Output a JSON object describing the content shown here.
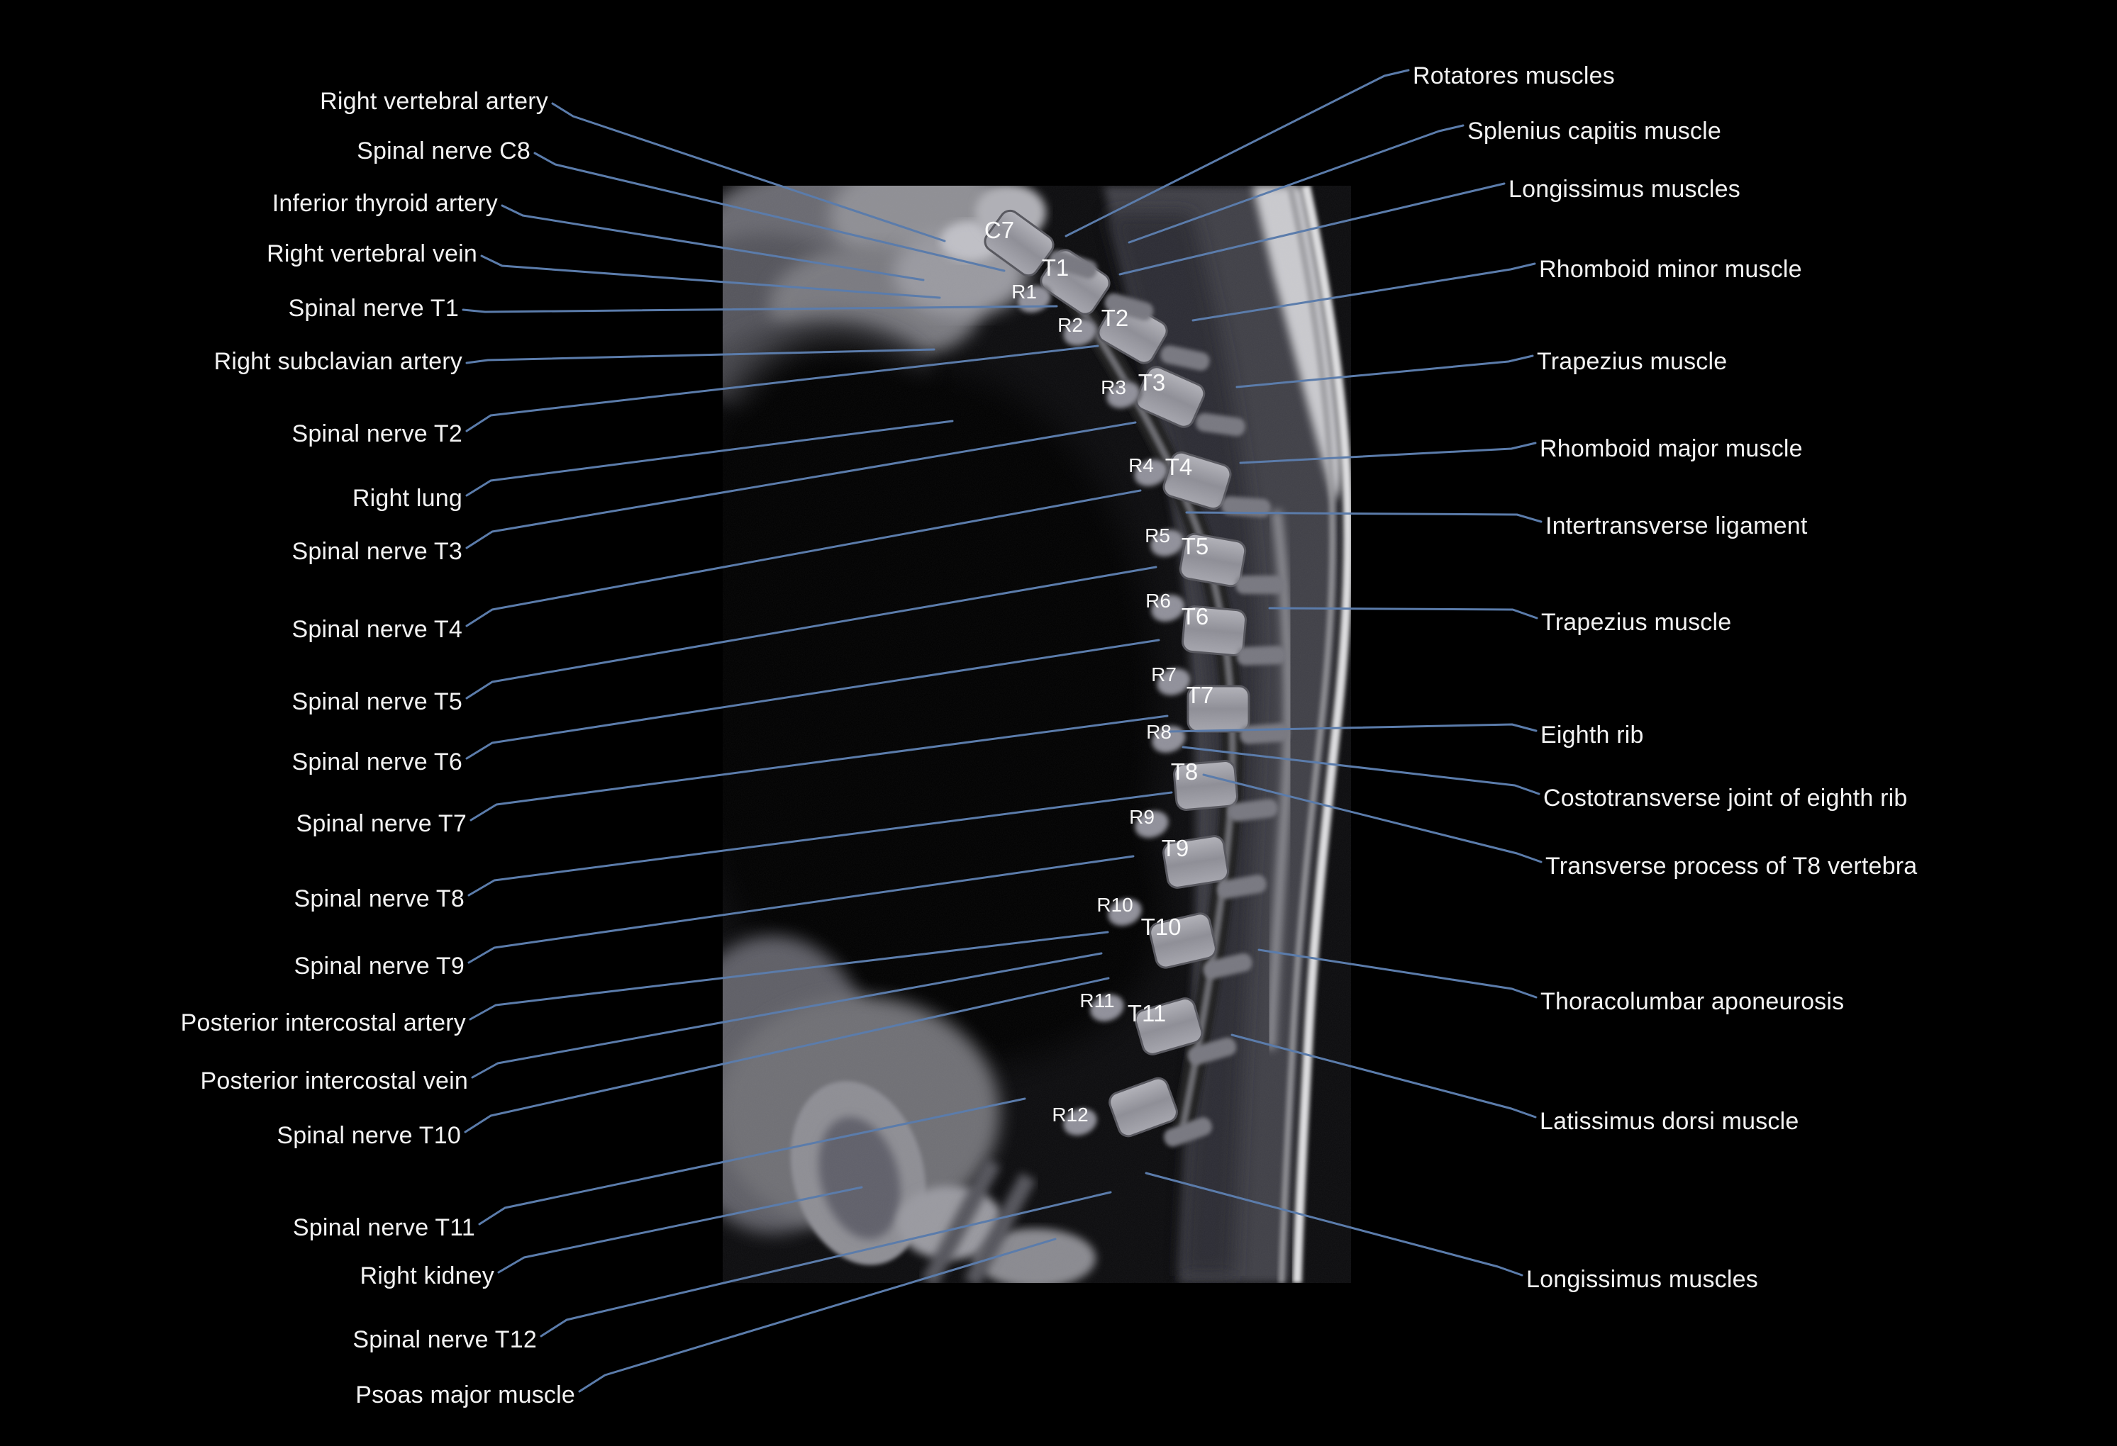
{
  "colors": {
    "background": "#000000",
    "leader_line": "#5b7cab",
    "label_text": "#f2f2f2",
    "image_label_text": "#ffffff"
  },
  "left_labels": [
    {
      "text": "Right vertebral artery"
    },
    {
      "text": "Spinal nerve C8"
    },
    {
      "text": "Inferior thyroid artery"
    },
    {
      "text": "Right vertebral vein"
    },
    {
      "text": "Spinal nerve T1"
    },
    {
      "text": "Right subclavian artery"
    },
    {
      "text": "Spinal nerve T2"
    },
    {
      "text": "Right lung"
    },
    {
      "text": "Spinal nerve T3"
    },
    {
      "text": "Spinal nerve T4"
    },
    {
      "text": "Spinal nerve T5"
    },
    {
      "text": "Spinal nerve T6"
    },
    {
      "text": "Spinal nerve T7"
    },
    {
      "text": "Spinal nerve T8"
    },
    {
      "text": "Spinal nerve T9"
    },
    {
      "text": "Posterior intercostal artery"
    },
    {
      "text": "Posterior intercostal vein"
    },
    {
      "text": "Spinal nerve T10"
    },
    {
      "text": "Spinal nerve T11"
    },
    {
      "text": "Right kidney"
    },
    {
      "text": "Spinal nerve T12"
    },
    {
      "text": "Psoas major muscle"
    }
  ],
  "right_labels": [
    {
      "text": "Rotatores muscles"
    },
    {
      "text": "Splenius capitis muscle"
    },
    {
      "text": "Longissimus muscles"
    },
    {
      "text": "Rhomboid minor muscle"
    },
    {
      "text": "Trapezius muscle"
    },
    {
      "text": "Rhomboid major muscle"
    },
    {
      "text": "Intertransverse ligament"
    },
    {
      "text": "Trapezius muscle"
    },
    {
      "text": "Eighth rib"
    },
    {
      "text": "Costotransverse joint of eighth rib"
    },
    {
      "text": "Transverse process of T8 vertebra"
    },
    {
      "text": "Thoracolumbar aponeurosis"
    },
    {
      "text": "Latissimus dorsi muscle"
    },
    {
      "text": "Longissimus muscles"
    }
  ],
  "vertebra_labels": [
    {
      "text": "C7"
    },
    {
      "text": "T1"
    },
    {
      "text": "T2"
    },
    {
      "text": "T3"
    },
    {
      "text": "T4"
    },
    {
      "text": "T5"
    },
    {
      "text": "T6"
    },
    {
      "text": "T7"
    },
    {
      "text": "T8"
    },
    {
      "text": "T9"
    },
    {
      "text": "T10"
    },
    {
      "text": "T11"
    }
  ],
  "rib_labels": [
    {
      "text": "R1"
    },
    {
      "text": "R2"
    },
    {
      "text": "R3"
    },
    {
      "text": "R4"
    },
    {
      "text": "R5"
    },
    {
      "text": "R6"
    },
    {
      "text": "R7"
    },
    {
      "text": "R8"
    },
    {
      "text": "R9"
    },
    {
      "text": "R10"
    },
    {
      "text": "R11"
    },
    {
      "text": "R12"
    }
  ]
}
